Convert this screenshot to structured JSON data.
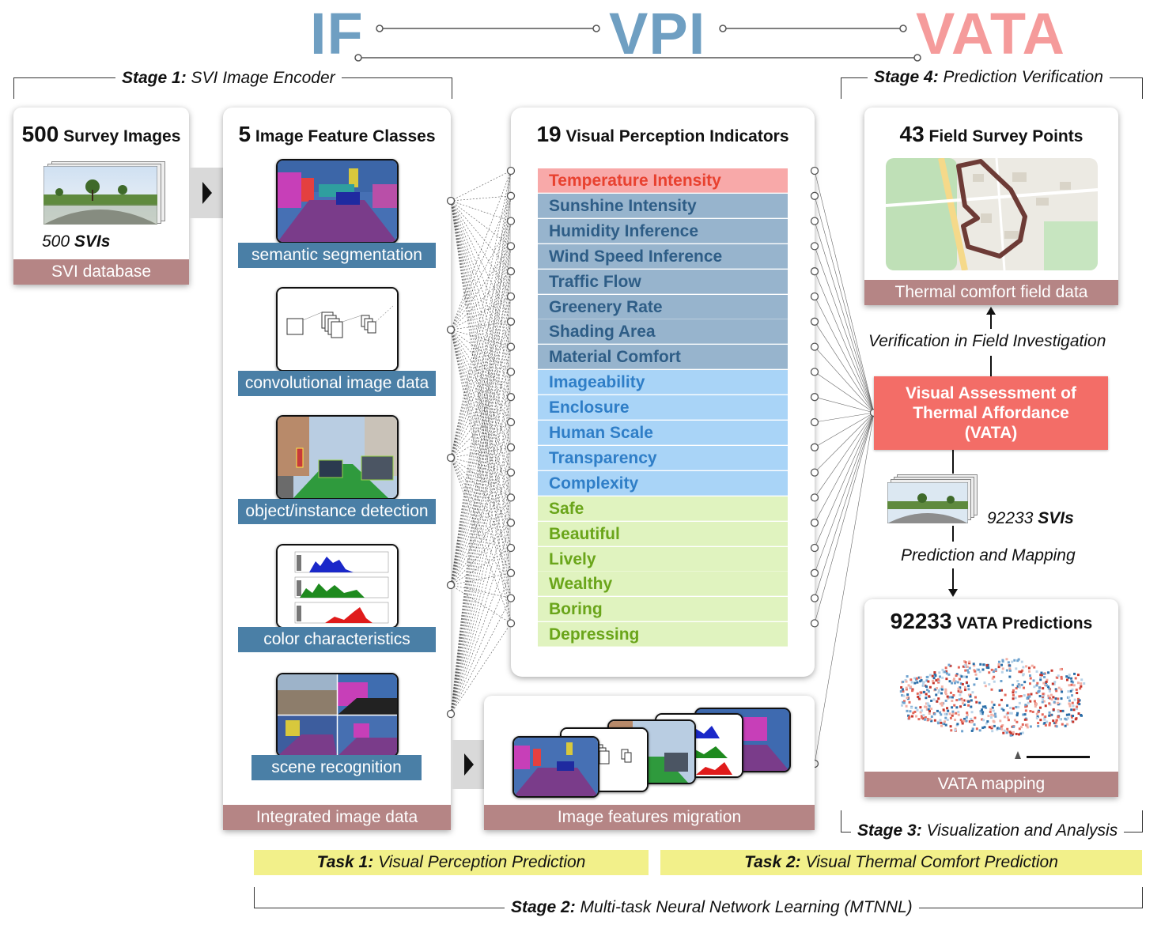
{
  "header": {
    "if": "IF",
    "vpi": "VPI",
    "vata": "VATA",
    "colors": {
      "if": "#6f9fc2",
      "vpi": "#6f9fc2",
      "vata": "#f59b9b"
    }
  },
  "stages": {
    "stage1": {
      "prefix": "Stage 1:",
      "text": "SVI Image Encoder"
    },
    "stage2": {
      "prefix": "Stage 2:",
      "text": "Multi-task Neural Network Learning (MTNNL)"
    },
    "stage3": {
      "prefix": "Stage 3:",
      "text": "Visualization and Analysis"
    },
    "stage4": {
      "prefix": "Stage 4:",
      "text": "Prediction Verification"
    }
  },
  "survey": {
    "count": "500",
    "title": "Survey Images",
    "svi_count": "500",
    "svi_label": "SVIs",
    "footer": "SVI database"
  },
  "features": {
    "count": "5",
    "title": "Image Feature Classes",
    "items": [
      {
        "label": "semantic segmentation"
      },
      {
        "label": "convolutional image data"
      },
      {
        "label": "object/instance detection"
      },
      {
        "label": "color characteristics"
      },
      {
        "label": "scene recognition"
      }
    ],
    "footer": "Integrated image data"
  },
  "indicators": {
    "count": "19",
    "title": "Visual Perception Indicators",
    "items": [
      {
        "label": "Temperature Intensity",
        "group": "thermal"
      },
      {
        "label": "Sunshine Intensity",
        "group": "physical"
      },
      {
        "label": "Humidity Inference",
        "group": "physical"
      },
      {
        "label": "Wind Speed Inference",
        "group": "physical"
      },
      {
        "label": "Traffic Flow",
        "group": "physical"
      },
      {
        "label": "Greenery Rate",
        "group": "physical"
      },
      {
        "label": "Shading Area",
        "group": "physical"
      },
      {
        "label": "Material Comfort",
        "group": "physical"
      },
      {
        "label": "Imageability",
        "group": "urban"
      },
      {
        "label": "Enclosure",
        "group": "urban"
      },
      {
        "label": "Human Scale",
        "group": "urban"
      },
      {
        "label": "Transparency",
        "group": "urban"
      },
      {
        "label": "Complexity",
        "group": "urban"
      },
      {
        "label": "Safe",
        "group": "perception"
      },
      {
        "label": "Beautiful",
        "group": "perception"
      },
      {
        "label": "Lively",
        "group": "perception"
      },
      {
        "label": "Wealthy",
        "group": "perception"
      },
      {
        "label": "Boring",
        "group": "perception"
      },
      {
        "label": "Depressing",
        "group": "perception"
      }
    ],
    "group_colors": {
      "thermal": {
        "bg": "#f8a9a9",
        "fg": "#e8412f"
      },
      "physical": {
        "bg": "#97b4cd",
        "fg": "#2e5d86"
      },
      "urban": {
        "bg": "#a9d4f7",
        "fg": "#2f7ec7"
      },
      "perception": {
        "bg": "#e0f3bf",
        "fg": "#6aa51a"
      }
    }
  },
  "migration": {
    "footer": "Image features migration"
  },
  "field": {
    "count": "43",
    "title": "Field Survey Points",
    "footer": "Thermal comfort field data"
  },
  "verification": {
    "text": "Verification in Field Investigation"
  },
  "vata_box": {
    "line1": "Visual Assessment of",
    "line2": "Thermal Affordance",
    "line3": "(VATA)"
  },
  "svis": {
    "count": "92233",
    "label": "SVIs"
  },
  "prediction": {
    "text": "Prediction and Mapping"
  },
  "predictions": {
    "count": "92233",
    "title": "VATA Predictions",
    "footer": "VATA mapping"
  },
  "tasks": {
    "task1": {
      "prefix": "Task 1:",
      "text": "Visual Perception Prediction"
    },
    "task2": {
      "prefix": "Task 2:",
      "text": "Visual Thermal Comfort Prediction"
    }
  }
}
